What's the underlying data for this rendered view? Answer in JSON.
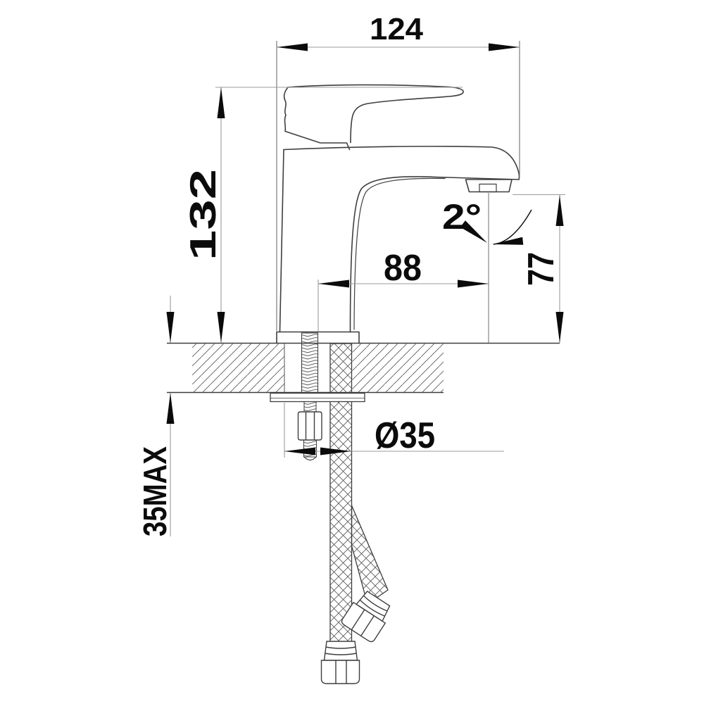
{
  "drawing": {
    "title": "Basin faucet installation dimension drawing",
    "units": "mm",
    "colors": {
      "background": "#ffffff",
      "outline": "#3e3e3e",
      "dimension_line": "#9b9b9b",
      "text": "#0b0b0b",
      "arrow": "#0b0b0b"
    },
    "dimensions": {
      "overall_length": {
        "label": "124"
      },
      "total_height": {
        "label": "132"
      },
      "spout_reach": {
        "label": "88"
      },
      "spout_height": {
        "label": "77"
      },
      "spout_angle": {
        "label": "2°"
      },
      "hole_diameter": {
        "label": "Ø35"
      },
      "max_deck_thickness": {
        "label": "35MAX"
      }
    }
  }
}
